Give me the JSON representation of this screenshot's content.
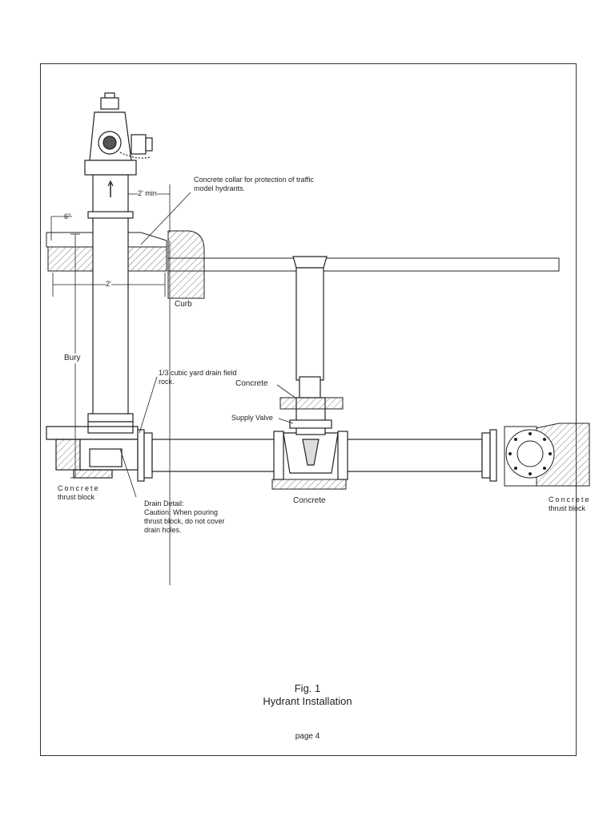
{
  "labels": {
    "collar": [
      "Concrete collar for protection of traffic",
      "model hydrants."
    ],
    "two_ft_min": "2' min",
    "six_in": "6\"",
    "two_ft": "2'",
    "curb": "Curb",
    "bury": "Bury",
    "drain_rock": [
      "1/3 cubic yard drain field",
      "rock."
    ],
    "concrete_upper": "Concrete",
    "supply_valve": "Supply Valve",
    "thrust_left": [
      "Concrete",
      "thrust block"
    ],
    "drain_detail": [
      "Drain Detail:",
      "Caution:  When  pouring",
      "thrust block, do not cover",
      "drain holes."
    ],
    "concrete_lower": "Concrete",
    "thrust_right": [
      "Concrete",
      "thrust block"
    ]
  },
  "caption": {
    "fig": "Fig. 1",
    "title": "Hydrant Installation"
  },
  "page": "page 4"
}
